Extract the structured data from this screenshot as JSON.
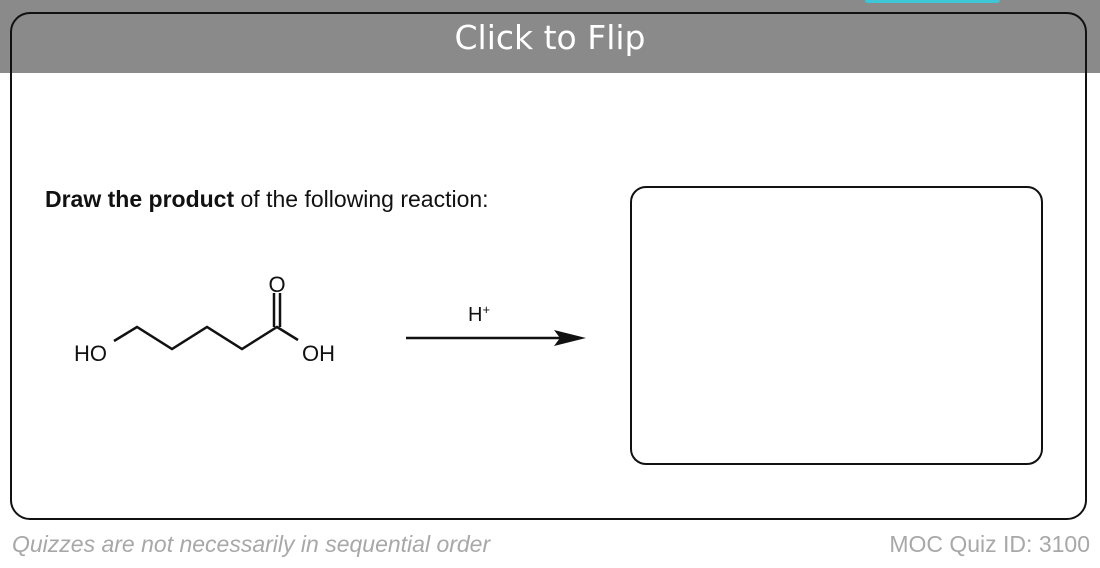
{
  "header": {
    "flip_label": "Click to Flip"
  },
  "question": {
    "bold": "Draw the product",
    "rest": " of the following reaction:"
  },
  "reaction": {
    "reactant_labels": {
      "left_hydroxyl": "HO",
      "carbonyl_oxygen": "O",
      "acid_hydroxyl": "OH"
    },
    "reagent": "H",
    "reagent_charge": "+"
  },
  "footer": {
    "note": "Quizzes are not necessarily in sequential order",
    "quiz_id": "MOC Quiz ID: 3100"
  }
}
